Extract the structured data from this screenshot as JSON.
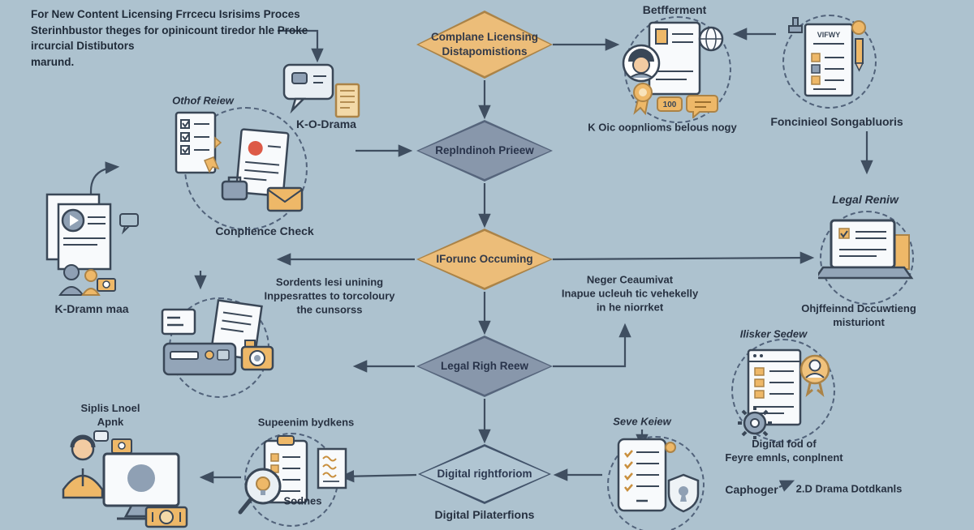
{
  "title": "Content licensing process flowchart",
  "colors": {
    "background": "#adc2cf",
    "node_orange": "#ecbd79",
    "node_gray": "#8897ab",
    "node_outline_fill": "#b0c5d2",
    "line": "#3f4e60",
    "accent_orange": "#eeb868",
    "red_dot": "#dd5a47"
  },
  "intro": {
    "text": "For New Content Licensing Frrcecu Isrisims Proces\nSterinhbustor theges for opinicount tiredor hle Proke\nircurcial Distibutors\nmarund."
  },
  "flow": {
    "nodes": [
      {
        "label": "Complane Licensing\nDistapomistions",
        "color": "#ecbd79"
      },
      {
        "label": "Replndinoh Prieew",
        "color": "#8897ab"
      },
      {
        "label": "IForunc Occuming",
        "color": "#ecbd79"
      },
      {
        "label": "Legal Righ Reew",
        "color": "#8897ab"
      },
      {
        "label": "Digital rightforiom",
        "color": "#b0c5d2"
      }
    ]
  },
  "labels": {
    "othof_reiew": "Othof Reiew",
    "k_o_drama": "K-O-Drama",
    "conplience_check": "Conplience Check",
    "k_dramn": "K-Dramn maa",
    "sordents": "Sordents lesi unining\nInppesrattes to torcoloury\nthe cunsorss",
    "siplis": "Siplis Lnoel\nApnk",
    "supeenim": "Supeenim bydkens",
    "sodnes": "Sodnes",
    "digital_pilaterfions": "Digital Pilaterfions",
    "betfferment": "Betfferment",
    "k_oic": "K Oic oopnlioms belous nogy",
    "foncinieol": "Foncinieol Songabluoris",
    "legal_reniw": "Legal Reniw",
    "ohjffeinnd": "Ohjffeinnd Dccuwtieng\nmisturiont",
    "neger": "Neger Ceaumivat\nInapue ucleuh tic vehekelly\nin he niorrket",
    "ilisker": "Ilisker Sedew",
    "digital_fod": "Digital fod of\nFeyre emnls, conplnent",
    "seve_keiew": "Seve Keiew",
    "caphoger": "Caphoger",
    "drama_dotdkanls": "2.D Drama Dotdkanls"
  },
  "badges": {
    "cert_score": "100",
    "doc_label": "VIFWY"
  },
  "icons": [
    "checklist-icon",
    "document-review-icon",
    "chat-bubble-icon",
    "media-stack-icon",
    "fax-machine-icon",
    "workstation-icon",
    "magnifier-audit-icon",
    "certificate-person-icon",
    "global-document-icon",
    "laptop-document-icon",
    "browser-settings-icon",
    "shield-checklist-icon"
  ]
}
